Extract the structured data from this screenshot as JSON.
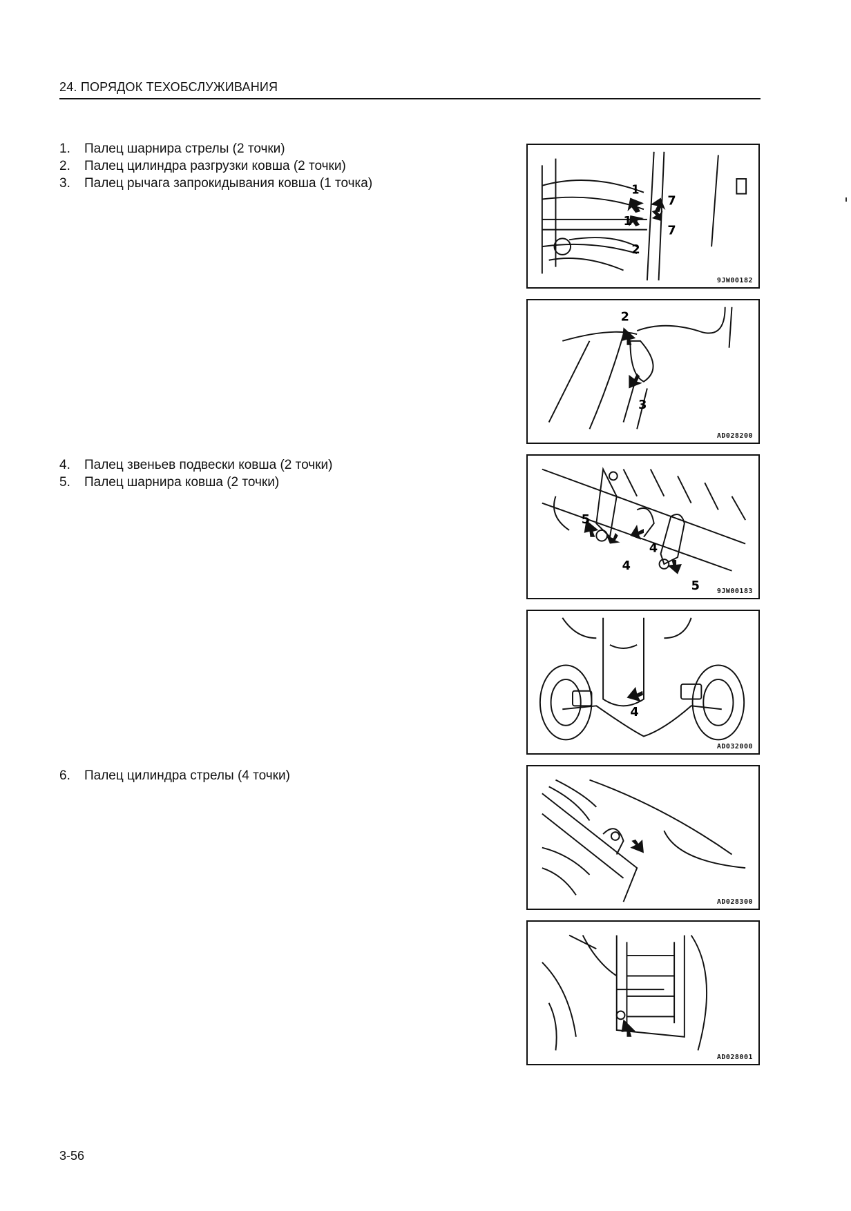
{
  "header": {
    "title": "24. ПОРЯДОК ТЕХОБСЛУЖИВАНИЯ"
  },
  "groups": [
    {
      "items": [
        {
          "num": "1.",
          "text": "Палец шарнира стрелы (2 точки)"
        },
        {
          "num": "2.",
          "text": "Палец цилиндра разгрузки ковша (2 точки)"
        },
        {
          "num": "3.",
          "text": "Палец рычага запрокидывания ковша (1 точка)"
        }
      ]
    },
    {
      "items": [
        {
          "num": "4.",
          "text": "Палец звеньев подвески ковша (2 точки)"
        },
        {
          "num": "5.",
          "text": "Палец шарнира ковша (2 точки)"
        }
      ]
    },
    {
      "items": [
        {
          "num": "6.",
          "text": "Палец цилиндра стрелы (4 точки)"
        }
      ]
    }
  ],
  "figures": [
    {
      "code": "9JW00182",
      "labels": [
        "1",
        "1",
        "7",
        "7",
        "2"
      ]
    },
    {
      "code": "AD028200",
      "labels": [
        "2",
        "3"
      ]
    },
    {
      "code": "9JW00183",
      "labels": [
        "5",
        "4",
        "4",
        "5"
      ]
    },
    {
      "code": "AD032000",
      "labels": [
        "4"
      ]
    },
    {
      "code": "AD028300",
      "labels": []
    },
    {
      "code": "AD028001",
      "labels": []
    }
  ],
  "footer": {
    "page": "3-56"
  }
}
